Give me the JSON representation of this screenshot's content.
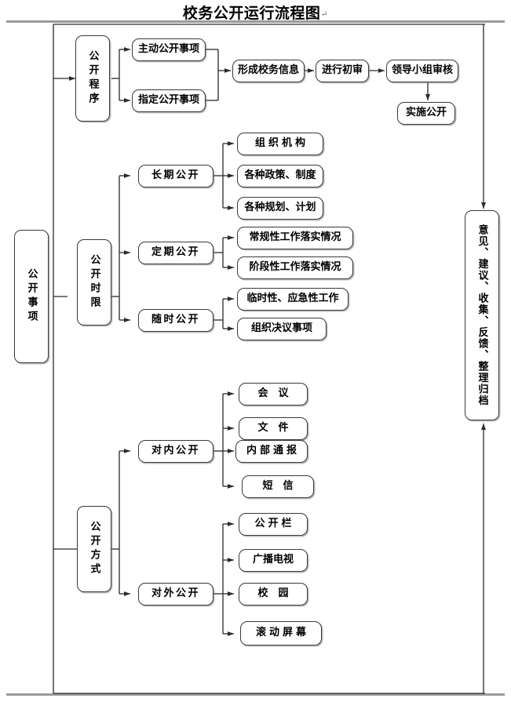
{
  "title": {
    "text": "校务公开运行流程图",
    "pilcrow": "↵"
  },
  "nodes": {
    "gongkai_shixiang": "公开事项",
    "gongkai_chengxu": "公开程序",
    "gongkai_shixian": "公开时限",
    "gongkai_fangshi": "公开方式",
    "zhudong": "主动公开事项",
    "zhiding": "指定公开事项",
    "xingcheng": "形成校务信息",
    "jinxing_chushen": "进行初审",
    "lingdao_shenhe": "领导小组审核",
    "shishi_gongkai": "实施公开",
    "changqi": "长期公开",
    "dingqi": "定期公开",
    "suishi": "随时公开",
    "zuzhi_jigou": "组织机构",
    "zhengce_zhidu": "各种政策、制度",
    "guihua_jihua": "各种规划、计划",
    "changgui": "常规性工作落实情况",
    "jieduan": "阶段性工作落实情况",
    "linshi": "临时性、应急性工作",
    "juyi": "组织决议事项",
    "duinei": "对内公开",
    "duiwai": "对外公开",
    "huiyi": "会议",
    "wenjian": "文件",
    "neibu_tongbao": "内部通报",
    "duanxin": "短信",
    "gongkai_lan": "公开栏",
    "guangbo_dianshi": "广播电视",
    "xiaoyuan": "校园",
    "gundong_pingmu": "滚动屏幕",
    "fankui": "意见、建议、收集、反馈、整理归档"
  },
  "marks": {
    "pilcrow": "↵"
  },
  "colors": {
    "line": "#2a2a2a",
    "box_border": "#3a3a3a",
    "rule": "#9a9a9a",
    "text": "#000000",
    "background": "#ffffff"
  }
}
